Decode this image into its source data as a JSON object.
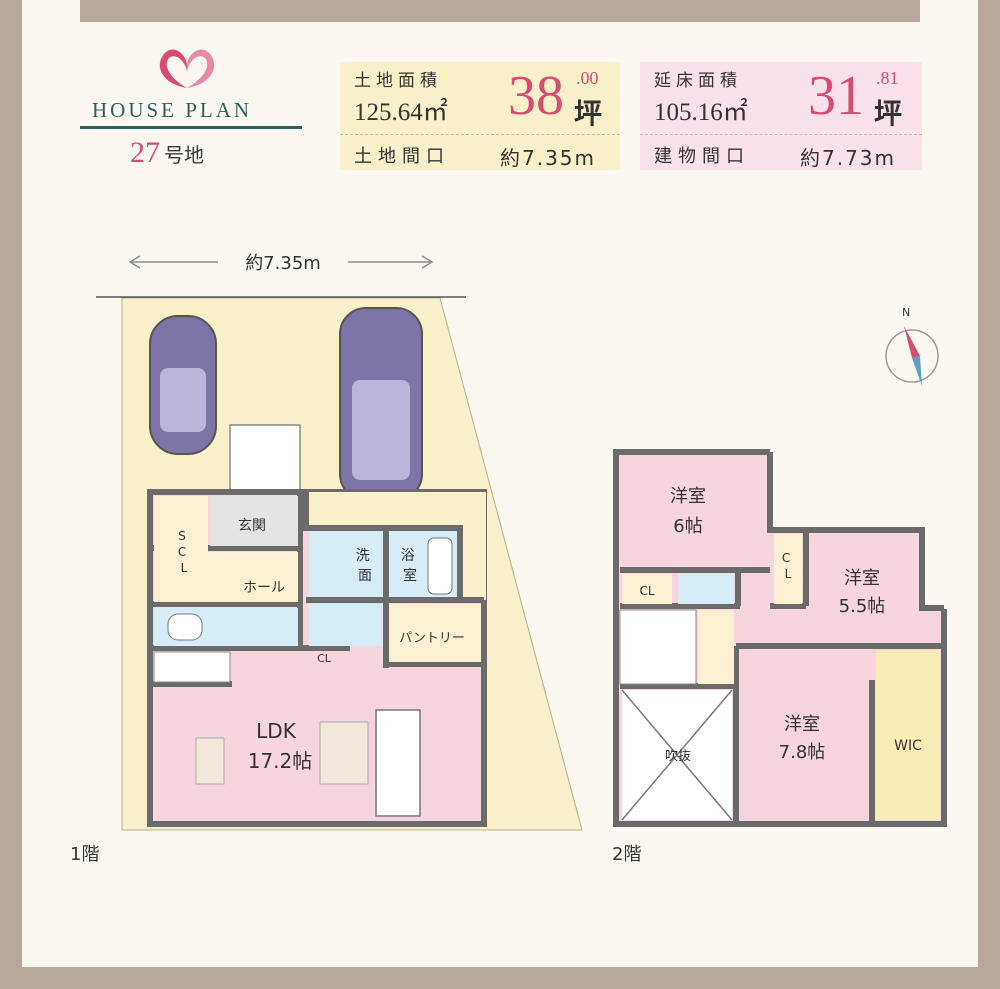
{
  "header": {
    "brand": "HOUSE PLAN",
    "lot_number": "27",
    "lot_suffix": "号地"
  },
  "land": {
    "area_label": "土地面積",
    "area_sqm": "125.64㎡",
    "area_tsubo_int": "38",
    "area_tsubo_dec": ".00",
    "tsubo_unit": "坪",
    "frontage_label": "土地間口",
    "frontage_value": "約7.35m"
  },
  "building": {
    "area_label": "延床面積",
    "area_sqm": "105.16㎡",
    "area_tsubo_int": "31",
    "area_tsubo_dec": ".81",
    "tsubo_unit": "坪",
    "frontage_label": "建物間口",
    "frontage_value": "約7.73m"
  },
  "dimension": {
    "width_label": "約7.35m"
  },
  "compass": {
    "north": "N"
  },
  "floor1": {
    "label": "1階",
    "rooms": {
      "entrance": "玄関",
      "scl": "S\nC\nL",
      "hall": "ホール",
      "wash": "洗\n面",
      "bath": "浴\n室",
      "pantry": "パントリー",
      "cl": "CL",
      "ldk": "LDK",
      "ldk_size": "17.2帖"
    }
  },
  "floor2": {
    "label": "2階",
    "rooms": {
      "western1": "洋室",
      "western1_size": "6帖",
      "cl1": "CL",
      "cl2": "C\nL",
      "western2": "洋室",
      "western2_size": "5.5帖",
      "void": "吹抜",
      "western3": "洋室",
      "western3_size": "7.8帖",
      "wic": "WIC"
    }
  },
  "colors": {
    "frame": "#b5a89a",
    "accent_pink": "#d94b71",
    "teal": "#2e5f60",
    "lot_yellow": "#f7f0c8",
    "room_pink": "#f6d5de",
    "wet_blue": "#d6ecf6",
    "wall": "#6b6b6b"
  }
}
